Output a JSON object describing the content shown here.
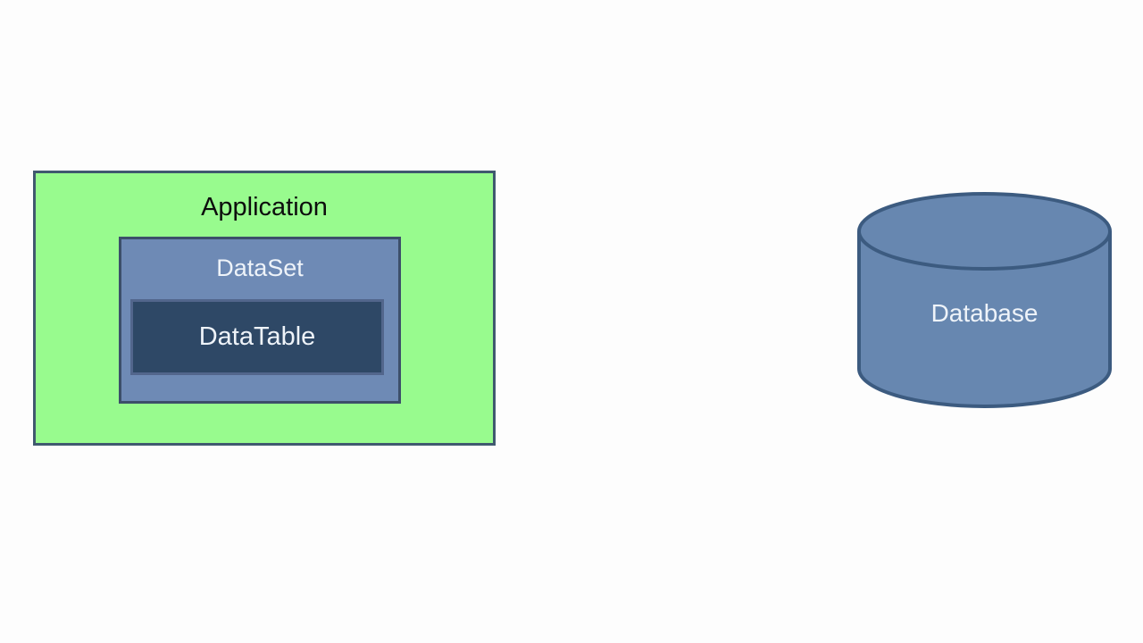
{
  "diagram": {
    "application": {
      "label": "Application"
    },
    "dataset": {
      "label": "DataSet"
    },
    "datatable": {
      "label": "DataTable"
    },
    "database": {
      "label": "Database"
    }
  },
  "colors": {
    "background": "#fdfdfd",
    "app_fill": "#98fb8e",
    "app_border": "#40596f",
    "app_text": "#0d0d0d",
    "dataset_fill": "#6e8ab5",
    "dataset_border": "#3c4f6a",
    "datatable_fill": "#2e4866",
    "datatable_border": "#52668c",
    "cylinder_fill": "#6787b0",
    "cylinder_border": "#3c5b80",
    "box_text": "#eef3f9"
  }
}
